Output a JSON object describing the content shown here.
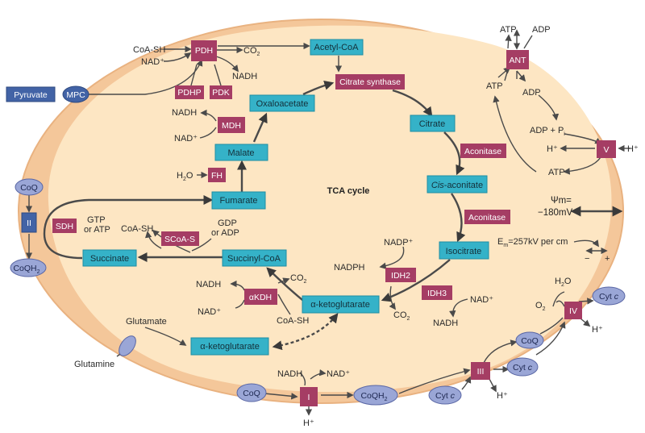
{
  "colors": {
    "membrane": "#f4c79a",
    "matrix": "#fde6c3",
    "cyan_box": "#35b2c8",
    "magenta_box": "#a53d64",
    "blue_box": "#4263a6",
    "oval": "#9aa6d6",
    "arrow": "#4a4a4a"
  },
  "cycle_title": "TCA cycle",
  "metabolites": {
    "acetyl_coa": "Acetyl-CoA",
    "oxaloacetate": "Oxaloacetate",
    "citrate": "Citrate",
    "cis_aconitate_italic": "Cis",
    "cis_aconitate_rest": "-aconitate",
    "isocitrate": "Isocitrate",
    "akg_main": "α-ketoglutarate",
    "akg_glut": "α-ketoglutarate",
    "succinyl_coa": "Succinyl-CoA",
    "succinate": "Succinate",
    "fumarate": "Fumarate",
    "malate": "Malate"
  },
  "enzymes": {
    "pdh": "PDH",
    "pdhp": "PDHP",
    "pdk": "PDK",
    "citrate_synthase": "Citrate synthase",
    "aconitase1": "Aconitase",
    "aconitase2": "Aconitase",
    "idh2": "IDH2",
    "idh3": "IDH3",
    "akdh": "αKDH",
    "scoas": "SCoA-S",
    "sdh": "SDH",
    "fh": "FH",
    "mdh": "MDH",
    "ant": "ANT"
  },
  "transport": {
    "pyruvate": "Pyruvate",
    "mpc": "MPC"
  },
  "complexes": {
    "c1": "I",
    "c2": "II",
    "c3": "III",
    "c4": "IV",
    "c5": "V"
  },
  "carriers": {
    "coq_top": "CoQ",
    "coqh2_left": "CoQH",
    "coq_bottom": "CoQ",
    "coqh2_bottom": "CoQH",
    "coq_right": "CoQ",
    "cytc_a": "Cyt ",
    "cytc_b": "Cyt ",
    "cytc_c": "Cyt ",
    "sub2": "2",
    "c_italic": "c"
  },
  "labels": {
    "coash_pdh": "CoA-SH",
    "nad_pdh": "NAD⁺",
    "co2_pdh": "CO",
    "co2_sub": "2",
    "nadh_pdh": "NADH",
    "nadh_mdh": "NADH",
    "nad_mdh": "NAD⁺",
    "h2o_fh": "H",
    "h2o_fh_sub": "2",
    "h2o_fh_o": "O",
    "gtp": "GTP",
    "or_atp": "or ATP",
    "coash_scoa": "CoA-SH",
    "gdp": "GDP",
    "or_adp": "or ADP",
    "nadh_akdh": "NADH",
    "nad_akdh": "NAD⁺",
    "co2_akdh": "CO",
    "coash_akdh": "CoA-SH",
    "nadp": "NADP⁺",
    "nadph": "NADPH",
    "co2_idh": "CO",
    "nad_idh3": "NAD⁺",
    "nadh_idh3": "NADH",
    "glutamate": "Glutamate",
    "glutamine": "Glutamine",
    "nadh_c1": "NADH",
    "nad_c1": "NAD⁺",
    "h_c1": "H⁺",
    "h_c3": "H⁺",
    "h_c4": "H⁺",
    "o2": "O",
    "o2_sub": "2",
    "h2o_c4": "H",
    "h2o_c4_sub": "2",
    "h2o_c4_o": "O",
    "atp_top": "ATP",
    "adp_top": "ADP",
    "atp_ant_in": "ATP",
    "adp_ant_out": "ADP",
    "adp_pi": "ADP + P",
    "adp_pi_sub": "i",
    "h_v_in": "H⁺",
    "h_v_out": "H⁺",
    "atp_v": "ATP",
    "psi_top": "Ψm=",
    "psi_val": "−180mV",
    "em": "E",
    "em_sub": "m",
    "em_rest": "=257kV per cm",
    "minus": "−",
    "plus": "+"
  }
}
